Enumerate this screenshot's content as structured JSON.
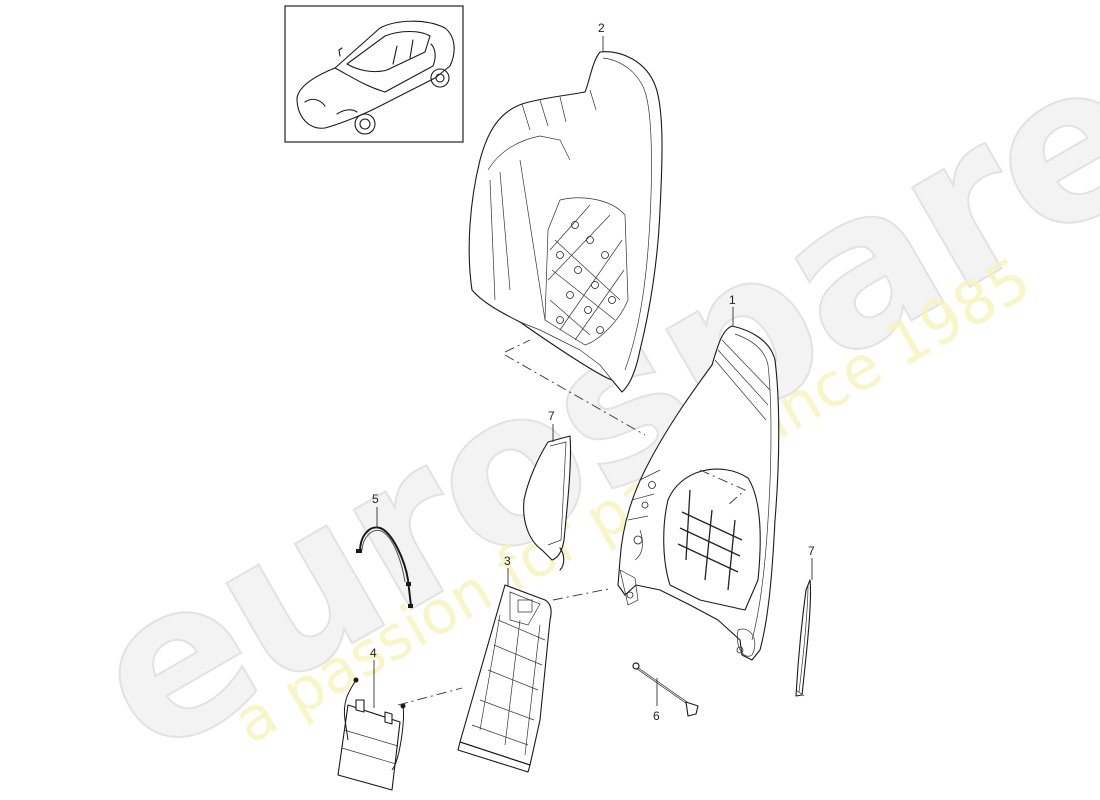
{
  "diagram": {
    "type": "exploded-parts-diagram",
    "subject": "Front seat backrest frame",
    "thumbnail": {
      "label": "vehicle-overview",
      "description": "Car outline in inset box"
    },
    "parts": [
      {
        "id": "1",
        "label": "1",
        "name": "backrest-frame"
      },
      {
        "id": "2",
        "label": "2",
        "name": "backrest-shell"
      },
      {
        "id": "3",
        "label": "3",
        "name": "lumbar-support-panel"
      },
      {
        "id": "4",
        "label": "4",
        "name": "seat-heating-pad"
      },
      {
        "id": "5",
        "label": "5",
        "name": "wiring-harness"
      },
      {
        "id": "6",
        "label": "6",
        "name": "cable-rod"
      },
      {
        "id": "7a",
        "label": "7",
        "name": "side-trim-left"
      },
      {
        "id": "7b",
        "label": "7",
        "name": "side-trim-right"
      }
    ]
  },
  "watermark": {
    "brand": "eurospares",
    "tagline": "a passion for parts since 1985",
    "brand_color": "#e6e6e6",
    "tagline_color": "#f5f2b0"
  }
}
